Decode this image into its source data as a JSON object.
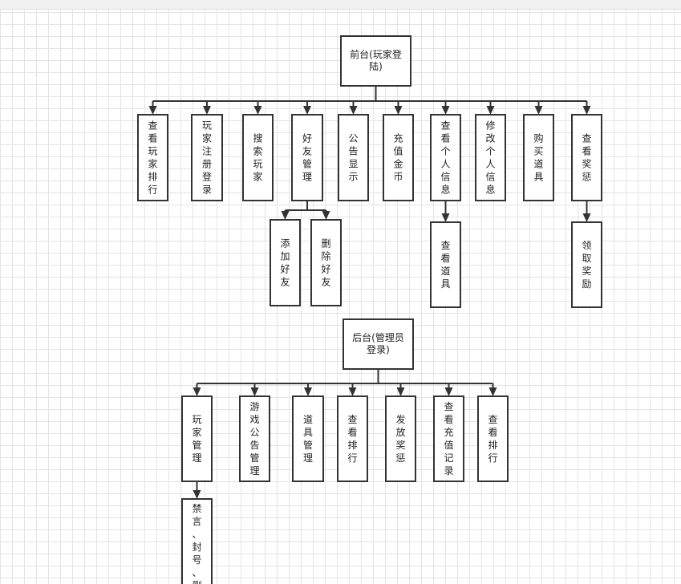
{
  "nodes": {
    "front_root": "前台(玩家登陆)",
    "n1": "查看玩家排行",
    "n2": "玩家注册登录",
    "n3": "搜索玩家",
    "n4": "好友管理",
    "n5": "公告显示",
    "n6": "充值金币",
    "n7": "查看个人信息",
    "n8": "修改个人信息",
    "n9": "购买道具",
    "n10": "查看奖惩",
    "n4a": "添加好友",
    "n4b": "删除好友",
    "n7a": "查看道具",
    "n10a": "领取奖励",
    "back_root": "后台(管理员登录)",
    "b1": "玩家管理",
    "b2": "游戏公告管理",
    "b3": "道具管理",
    "b4": "查看排行",
    "b5": "发放奖惩",
    "b6": "查看充值记录",
    "b7": "查看排行",
    "b1a": "禁言、封号、删"
  }
}
